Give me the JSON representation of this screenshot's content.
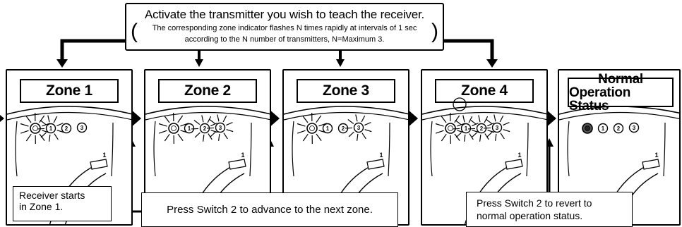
{
  "banner": {
    "main": "Activate the transmitter you wish to teach the receiver.",
    "sub_line1": "The corresponding zone indicator flashes N times rapidly at intervals of 1 sec",
    "sub_line2": "according to the N number of transmitters, N=Maximum 3.",
    "paren_open": "(",
    "paren_close": ")"
  },
  "panels": [
    {
      "title": "Zone 1"
    },
    {
      "title": "Zone 2"
    },
    {
      "title": "Zone 3"
    },
    {
      "title": "Zone 4"
    },
    {
      "title_line1": "Normal",
      "title_line2": "Operation Status"
    }
  ],
  "notes": {
    "receiver_start_line1": "Receiver starts",
    "receiver_start_line2": "in Zone 1.",
    "advance": "Press Switch 2 to advance to the next zone.",
    "revert_line1": "Press Switch 2 to revert to",
    "revert_line2": "normal operation status."
  },
  "indicator_labels": [
    "1",
    "2",
    "3"
  ],
  "switch_label": "1"
}
